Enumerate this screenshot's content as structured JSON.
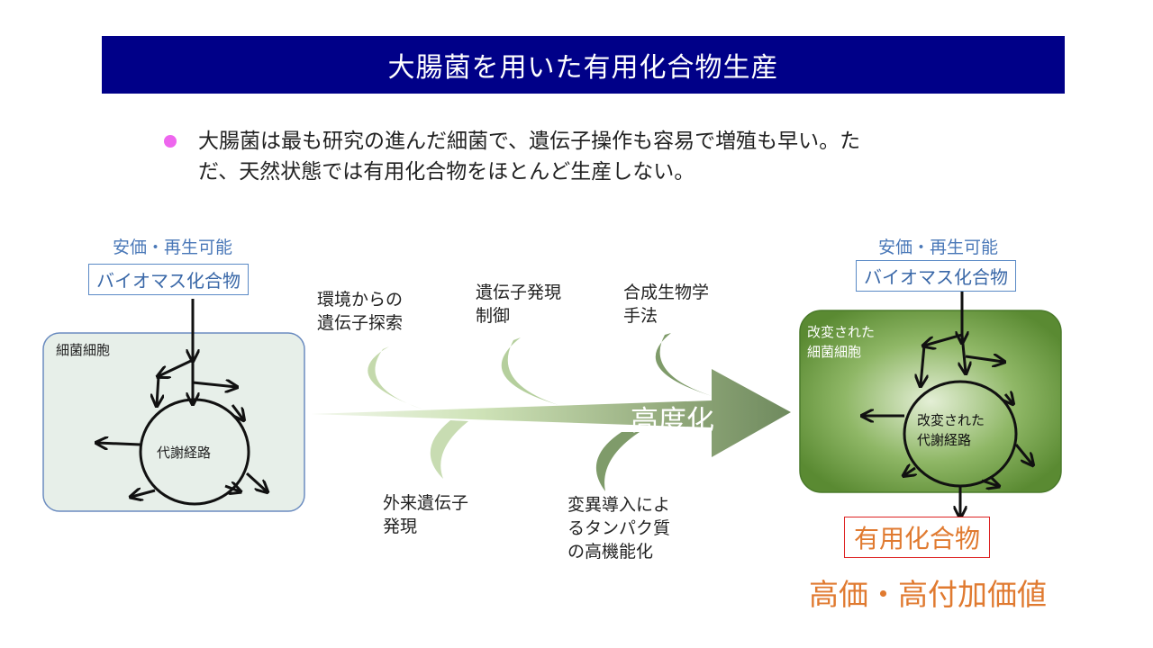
{
  "title": "大腸菌を用いた有用化合物生産",
  "bullet": {
    "line1": "大腸菌は最も研究の進んだ細菌で、遺伝子操作も容易で増殖も早い。た",
    "line2": "だ、天然状態では有用化合物をほとんど生産しない。"
  },
  "left": {
    "note": "安価・再生可能",
    "biomass": "バイオマス化合物",
    "cell_label": "細菌細胞",
    "pathway_label": "代謝経路"
  },
  "arrow_label": "高度化",
  "techniques_top": [
    {
      "line1": "環境からの",
      "line2": "遺伝子探索"
    },
    {
      "line1": "遺伝子発現",
      "line2": "制御"
    },
    {
      "line1": "合成生物学",
      "line2": "手法"
    }
  ],
  "techniques_bottom": [
    {
      "line1": "外来遺伝子",
      "line2": "発現",
      "line3": ""
    },
    {
      "line1": "変異導入によ",
      "line2": "るタンパク質",
      "line3": "の高機能化"
    }
  ],
  "right": {
    "note": "安価・再生可能",
    "biomass": "バイオマス化合物",
    "cell_label_1": "改変された",
    "cell_label_2": "細菌細胞",
    "pathway_label_1": "改変された",
    "pathway_label_2": "代謝経路",
    "product": "有用化合物",
    "product_note": "高価・高付加価値"
  },
  "colors": {
    "title_bg": "#000088",
    "bullet": "#ee66ee",
    "note_blue": "#4a78b8",
    "product_orange": "#e07a30",
    "product_border": "#dd2222",
    "left_cell_bg": "#e7efe9",
    "right_cell_bg": "#6b9a40"
  }
}
